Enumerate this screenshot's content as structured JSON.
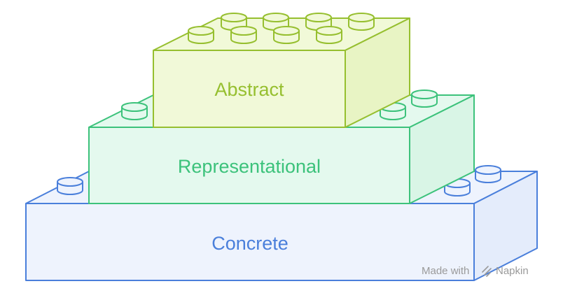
{
  "diagram": {
    "layers": [
      {
        "id": "concrete",
        "label": "Concrete",
        "colors": {
          "stroke": "#4a7fdb",
          "face": "#eef3fd",
          "side": "#e4ecfb",
          "text": "#4a7fdb"
        }
      },
      {
        "id": "representational",
        "label": "Representational",
        "colors": {
          "stroke": "#3cc27b",
          "face": "#e4f9ee",
          "side": "#d9f5e6",
          "text": "#3cc27b"
        }
      },
      {
        "id": "abstract",
        "label": "Abstract",
        "colors": {
          "stroke": "#96bf2f",
          "face": "#f1f9d8",
          "side": "#e8f4c4",
          "text": "#96bf2f"
        }
      }
    ]
  },
  "watermark": {
    "prefix": "Made with",
    "brand": "Napkin",
    "icon": "napkin-logo-icon"
  }
}
